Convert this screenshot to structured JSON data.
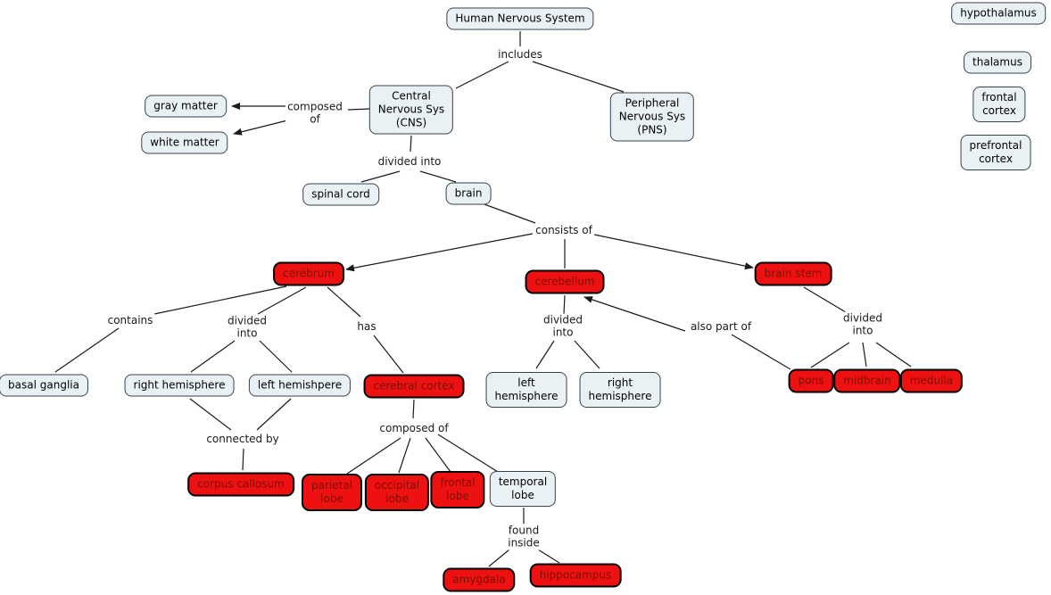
{
  "nodes": {
    "human_nervous_system": "Human Nervous System",
    "hypothalamus": "hypothalamus",
    "thalamus": "thalamus",
    "frontal_cortex": "frontal cortex",
    "prefrontal_cortex": "prefrontal cortex",
    "cns": "Central\nNervous Sys\n(CNS)",
    "pns": "Peripheral\nNervous Sys\n(PNS)",
    "gray_matter": "gray matter",
    "white_matter": "white matter",
    "spinal_cord": "spinal cord",
    "brain": "brain",
    "cerebrum": "cerebrum",
    "cerebellum": "cerebellum",
    "brain_stem": "brain stem",
    "basal_ganglia": "basal ganglia",
    "right_hemisphere_cerebrum": "right hemisphere",
    "left_hemishpere_cerebrum": "left hemishpere",
    "cerebral_cortex": "cerebral cortex",
    "left_hemisphere_cerebellum": "left\nhemisphere",
    "right_hemisphere_cerebellum": "right\nhemisphere",
    "pons": "pons",
    "midbrain": "midbrain",
    "medulla": "medulla",
    "corpus_callosum": "corpus callosum",
    "parietal_lobe": "parietal\nlobe",
    "occipital_lobe": "occipital\nlobe",
    "frontal_lobe": "frontal\nlobe",
    "temporal_lobe": "temporal\nlobe",
    "amygdala": "amygdala",
    "hippocampus": "hippocampus"
  },
  "links": {
    "includes": "includes",
    "composed_of_cns": "composed\nof",
    "divided_into_cns": "divided into",
    "consists_of": "consists of",
    "contains": "contains",
    "divided_into_cerebrum": "divided\ninto",
    "has": "has",
    "divided_into_cerebellum": "divided\ninto",
    "also_part_of": "also part of",
    "divided_into_brain_stem": "divided\ninto",
    "connected_by": "connected by",
    "composed_of_cortex": "composed of",
    "found_inside": "found\ninside"
  },
  "colors": {
    "node_fill": "#eaf1f4",
    "node_border": "#36434b",
    "red_fill": "#ee1111",
    "red_text": "#7c0f04",
    "line": "#1b1b1b"
  }
}
